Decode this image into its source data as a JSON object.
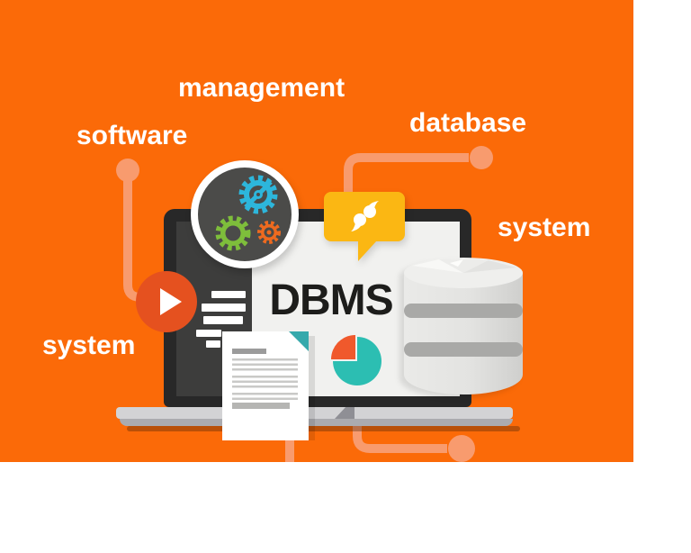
{
  "scene": {
    "description": "DBMS database management system concept illustration",
    "labels": {
      "management": "management",
      "software": "software",
      "database": "database",
      "system_right": "system",
      "system_left": "system"
    },
    "screen_text": "DBMS"
  },
  "icons": {
    "gears-icon": "three cogwheels inside dark circular badge",
    "chat-phone-icon": "white phone handset glyph in amber speech bubble",
    "play-icon": "white play triangle in orange circle",
    "menu-lines-icon": "white text list lines on dark sidebar",
    "pie-chart-icon": "teal pie with detached orange quarter slice",
    "database-stack-icon": "stack of three gray database cylinders",
    "document-icon": "white paper sheet with teal folded corner",
    "laptop-icon": "open laptop with screen and base",
    "connector-dot-icon": "salmon connector lines with round endpoints"
  },
  "colors": {
    "bg": "#FB6A08",
    "connector": "#F89B6E",
    "bezel": "#282828",
    "panel": "#3D3D3C",
    "screen": "#F1F1EF",
    "base": "#D3D3D5",
    "base_lip": "#ABABAF",
    "bubble": "#FBB713",
    "gear_circle": "#4B4B49",
    "gear_blue": "#2DB6DB",
    "gear_green": "#7EBE3B",
    "gear_orange": "#EE6A1F",
    "play": "#E5511F",
    "pie_teal": "#2CBEB2",
    "pie_orange": "#F0592C",
    "fold_teal": "#36A9AC",
    "text_dark": "#1D1D1B",
    "doc_line": "#C9C9C7",
    "doc_title": "#9B9B9B",
    "label_white": "#FFFFFF"
  }
}
